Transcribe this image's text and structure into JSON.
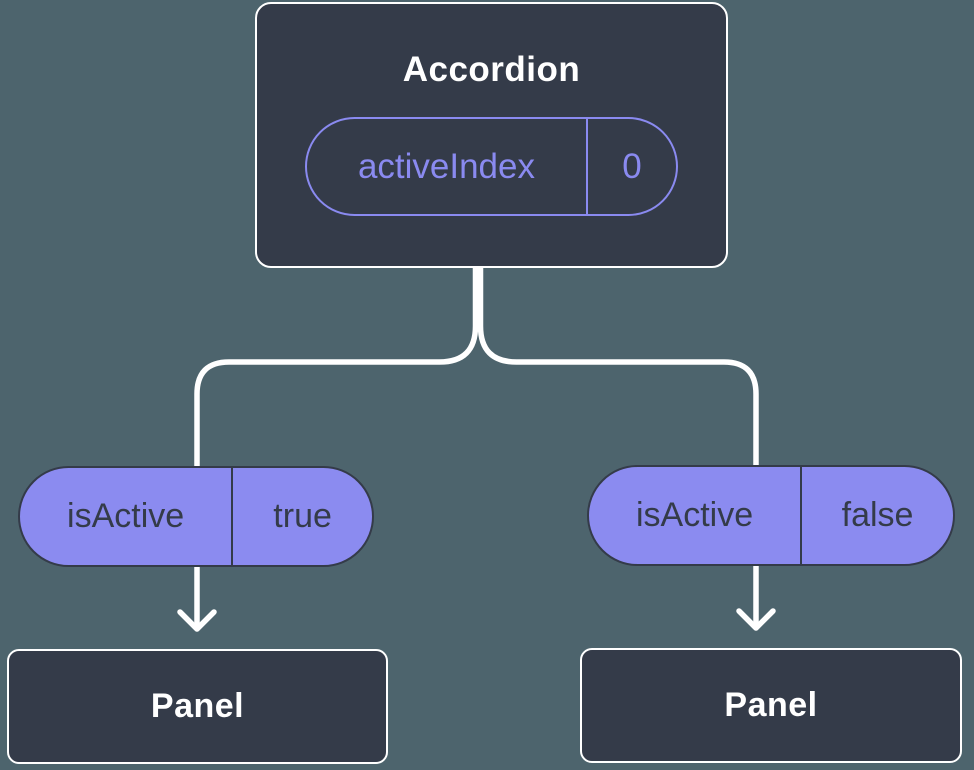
{
  "theme": {
    "background": "#4d646d",
    "node_fill": "#343b49",
    "node_text": "#ffffff",
    "accent_purple": "#8a8af0",
    "pill_fill": "#8b8bf0",
    "pill_dark": "#343b49",
    "connector": "#ffffff"
  },
  "diagram": {
    "root": {
      "title": "Accordion",
      "state": {
        "name": "activeIndex",
        "value": "0"
      }
    },
    "children": [
      {
        "state": {
          "name": "isActive",
          "value": "true"
        },
        "panel_label": "Panel"
      },
      {
        "state": {
          "name": "isActive",
          "value": "false"
        },
        "panel_label": "Panel"
      }
    ]
  }
}
